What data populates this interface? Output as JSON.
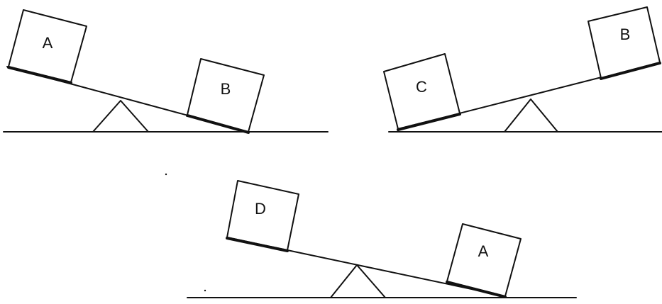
{
  "colors": {
    "ink": "#111111",
    "background": "#ffffff"
  },
  "balances": [
    {
      "left_box": "A",
      "right_box": "B",
      "heavier": "B"
    },
    {
      "left_box": "C",
      "right_box": "B",
      "heavier": "C"
    },
    {
      "left_box": "D",
      "right_box": "A",
      "heavier": "A"
    }
  ]
}
